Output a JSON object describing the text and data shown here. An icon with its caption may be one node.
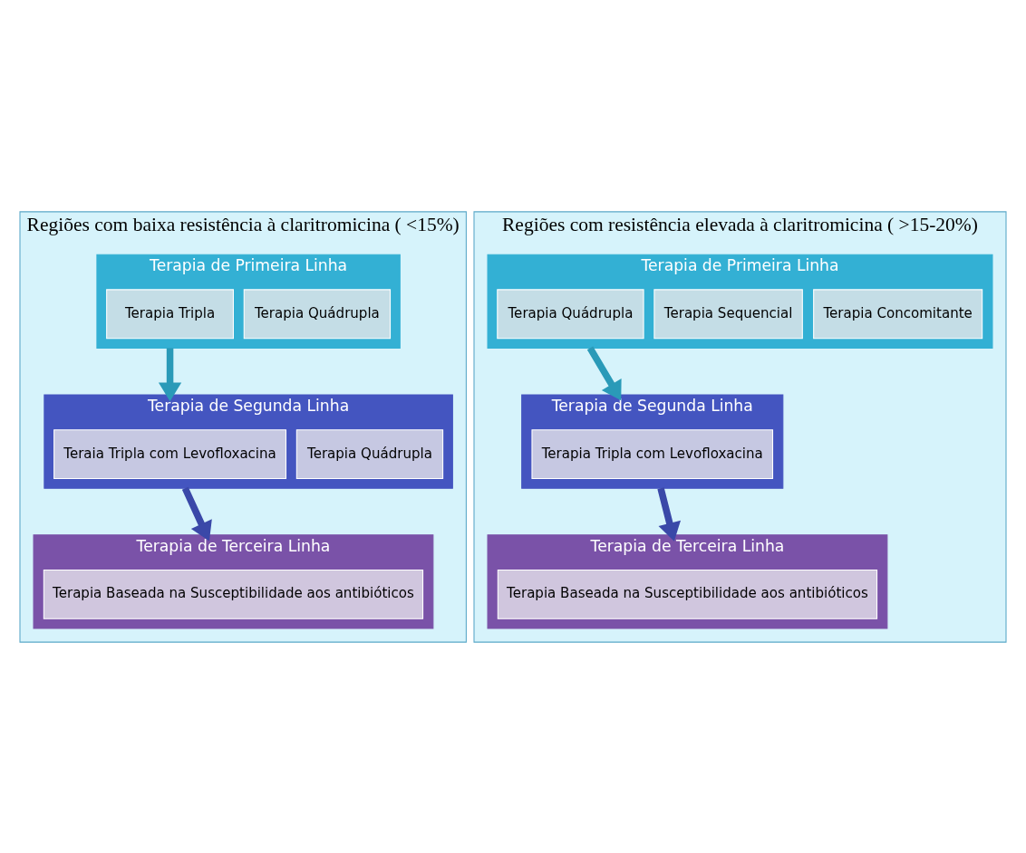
{
  "diagram": {
    "nodes": [
      {
        "text": [
          "Regiões com baixa resistência à claritromicina ( <15%)"
        ]
      },
      {
        "text": [
          "Terapia de Primeira Linha"
        ],
        "in": 0
      },
      {
        "text": [
          "Terapia Tripla"
        ],
        "in": 1
      },
      {
        "text": [
          "Terapia Quádrupla"
        ],
        "in": 1
      },
      {
        "text": [
          "Terapia de Segunda Linha"
        ],
        "in": 0
      },
      {
        "text": [
          "Teraia Tripla com Levofloxacina"
        ],
        "in": 4
      },
      {
        "text": [
          "Terapia Quádrupla"
        ],
        "in": 4
      },
      {
        "text": [
          "Terapia de Terceira Linha"
        ],
        "in": 0
      },
      {
        "text": [
          "Terapia Baseada na Susceptibilidade aos antibióticos"
        ],
        "in": 7
      },
      {
        "text": [
          "Regiões com resistência elevada à claritromicina ( >15-20%)"
        ]
      },
      {
        "text": [
          "Terapia de Primeira Linha"
        ],
        "in": 9
      },
      {
        "text": [
          "Terapia Quádrupla"
        ],
        "in": 10
      },
      {
        "text": [
          "Terapia Sequencial"
        ],
        "in": 10
      },
      {
        "text": [
          "Terapia Concomitante"
        ],
        "in": 10
      },
      {
        "text": [
          "Terapia de Segunda Linha"
        ],
        "in": 9
      },
      {
        "text": [
          "Terapia Tripla com Levofloxacina"
        ],
        "in": 14
      },
      {
        "text": [
          "Terapia de Terceira Linha"
        ],
        "in": 9
      },
      {
        "text": [
          "Terapia Baseada na Susceptibilidade aos antibióticos"
        ],
        "in": 16
      }
    ],
    "edges": [
      {
        "from": 1,
        "to": 4,
        "arrow": "to",
        "color": "#2a9ab8"
      },
      {
        "from": 4,
        "to": 7,
        "arrow": "to",
        "color": "#3a48a8"
      },
      {
        "from": 10,
        "to": 14,
        "arrow": "to",
        "color": "#2a9ab8"
      },
      {
        "from": 14,
        "to": 16,
        "arrow": "to",
        "color": "#3a48a8"
      }
    ]
  }
}
